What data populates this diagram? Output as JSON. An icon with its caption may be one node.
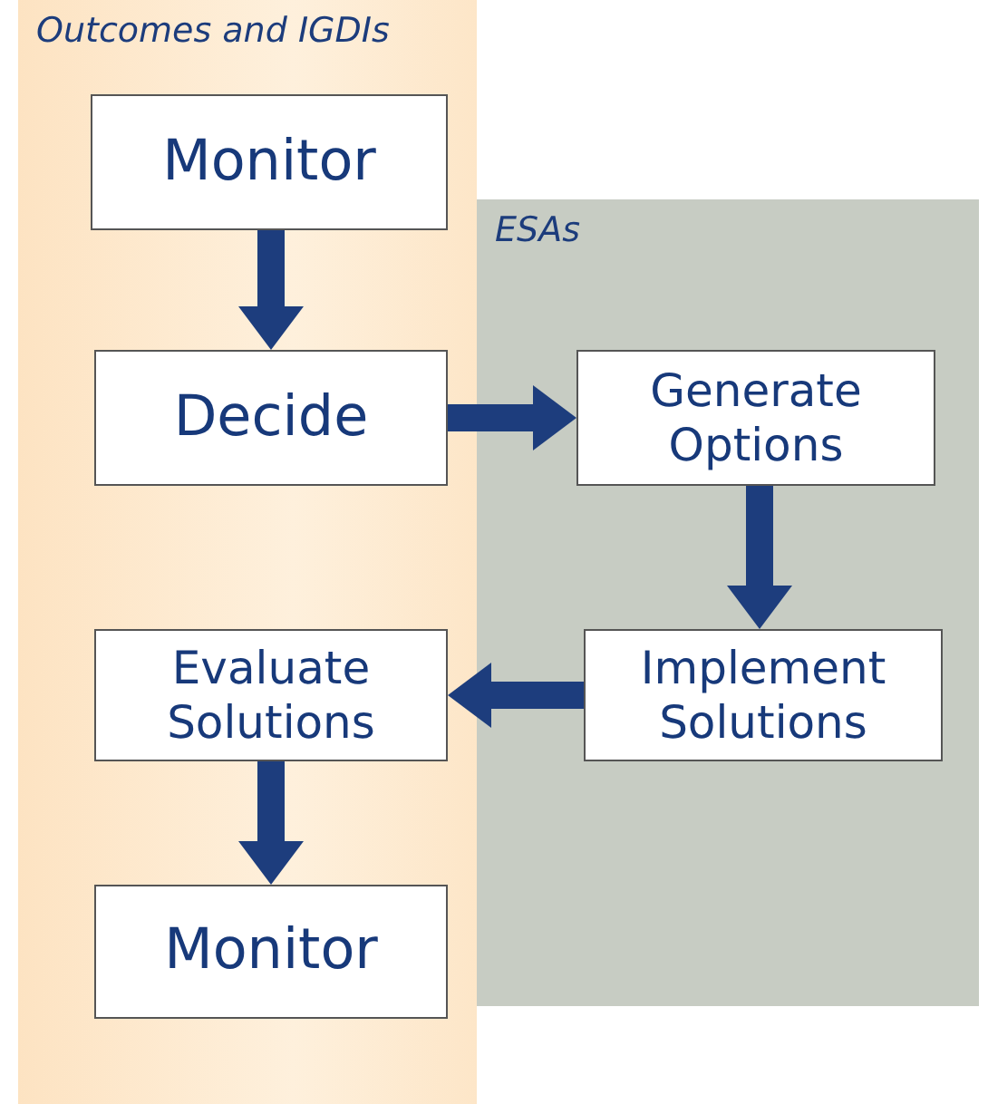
{
  "diagram": {
    "nodes": [
      {
        "text": [
          "Outcomes and IGDIs"
        ]
      },
      {
        "text": [
          "Monitor"
        ],
        "in": 0
      },
      {
        "text": [
          "Decide"
        ],
        "in": 0
      },
      {
        "text": [
          "ESAs"
        ]
      },
      {
        "text": [
          "Generate Options"
        ],
        "in": 3
      },
      {
        "text": [
          "Implement Solutions"
        ],
        "in": 3
      },
      {
        "text": [
          "Evaluate Solutions"
        ],
        "in": 0
      },
      {
        "text": [
          "Monitor"
        ],
        "in": 0
      }
    ],
    "edges": [
      {
        "from": 1,
        "to": 2,
        "arrow": "to"
      },
      {
        "from": 2,
        "to": 4,
        "arrow": "to"
      },
      {
        "from": 4,
        "to": 5,
        "arrow": "to"
      },
      {
        "from": 5,
        "to": 6,
        "arrow": "to"
      },
      {
        "from": 6,
        "to": 7,
        "arrow": "to"
      }
    ]
  }
}
